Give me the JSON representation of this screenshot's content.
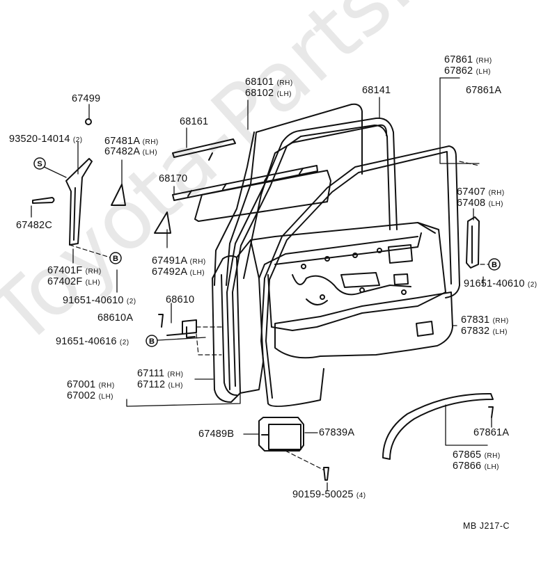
{
  "watermark": "Toyota-Parts.ru",
  "drawing_code": "MB  J217-C",
  "labels": [
    {
      "id": "p67499",
      "code": "67499",
      "note": ""
    },
    {
      "id": "p93520",
      "code": "93520-14014",
      "note": "(2)"
    },
    {
      "id": "p67482C",
      "code": "67482C",
      "note": ""
    },
    {
      "id": "p67401F",
      "code": "67401F",
      "note": "(RH)"
    },
    {
      "id": "p67402F",
      "code": "67402F",
      "note": "(LH)"
    },
    {
      "id": "p91651a",
      "code": "91651-40610",
      "note": "(2)"
    },
    {
      "id": "p67481A",
      "code": "67481A",
      "note": "(RH)"
    },
    {
      "id": "p67482A",
      "code": "67482A",
      "note": "(LH)"
    },
    {
      "id": "p68161",
      "code": "68161",
      "note": ""
    },
    {
      "id": "p68170",
      "code": "68170",
      "note": ""
    },
    {
      "id": "p68101",
      "code": "68101",
      "note": "(RH)"
    },
    {
      "id": "p68102",
      "code": "68102",
      "note": "(LH)"
    },
    {
      "id": "p68141",
      "code": "68141",
      "note": ""
    },
    {
      "id": "p67861",
      "code": "67861",
      "note": "(RH)"
    },
    {
      "id": "p67862",
      "code": "67862",
      "note": "(LH)"
    },
    {
      "id": "p67861A",
      "code": "67861A",
      "note": ""
    },
    {
      "id": "p67407",
      "code": "67407",
      "note": "(RH)"
    },
    {
      "id": "p67408",
      "code": "67408",
      "note": "(LH)"
    },
    {
      "id": "p91651b",
      "code": "91651-40610",
      "note": "(2)"
    },
    {
      "id": "p67491A",
      "code": "67491A",
      "note": "(RH)"
    },
    {
      "id": "p67492A",
      "code": "67492A",
      "note": "(LH)"
    },
    {
      "id": "p68610",
      "code": "68610",
      "note": ""
    },
    {
      "id": "p68610A",
      "code": "68610A",
      "note": ""
    },
    {
      "id": "p91651c",
      "code": "91651-40616",
      "note": "(2)"
    },
    {
      "id": "p67831",
      "code": "67831",
      "note": "(RH)"
    },
    {
      "id": "p67832",
      "code": "67832",
      "note": "(LH)"
    },
    {
      "id": "p67111",
      "code": "67111",
      "note": "(RH)"
    },
    {
      "id": "p67112",
      "code": "67112",
      "note": "(LH)"
    },
    {
      "id": "p67001",
      "code": "67001",
      "note": "(RH)"
    },
    {
      "id": "p67002",
      "code": "67002",
      "note": "(LH)"
    },
    {
      "id": "p67489B",
      "code": "67489B",
      "note": ""
    },
    {
      "id": "p67839A",
      "code": "67839A",
      "note": ""
    },
    {
      "id": "p67861A2",
      "code": "67861A",
      "note": ""
    },
    {
      "id": "p67865",
      "code": "67865",
      "note": "(RH)"
    },
    {
      "id": "p67866",
      "code": "67866",
      "note": "(LH)"
    },
    {
      "id": "p90159",
      "code": "90159-50025",
      "note": "(4)"
    }
  ],
  "markers": {
    "s": "S",
    "b": "B"
  }
}
